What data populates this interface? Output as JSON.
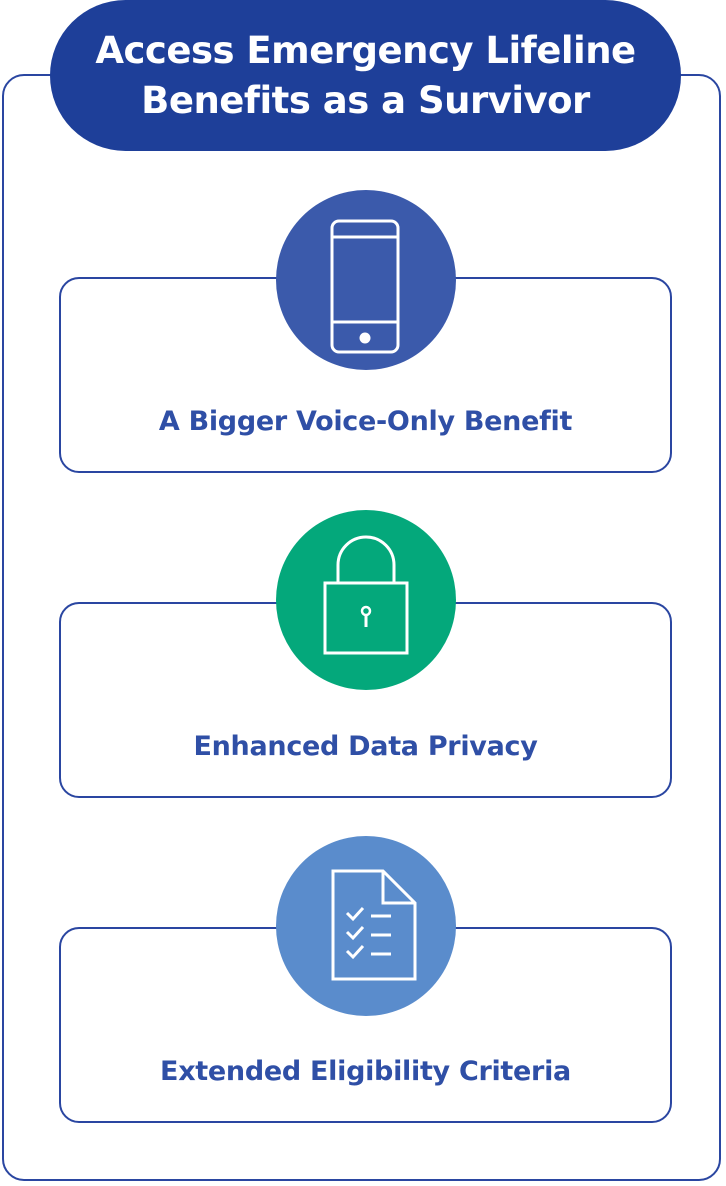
{
  "header": {
    "title_line1": "Access Emergency Lifeline",
    "title_line2": "Benefits as a Survivor"
  },
  "benefits": [
    {
      "label": "A Bigger Voice-Only Benefit",
      "icon": "phone-icon",
      "color": "#3b5aab"
    },
    {
      "label": "Enhanced Data Privacy",
      "icon": "lock-icon",
      "color": "#04a87b"
    },
    {
      "label": "Extended Eligibility Criteria",
      "icon": "checklist-document-icon",
      "color": "#5a8ccc"
    }
  ],
  "colors": {
    "primary": "#1e3f99",
    "border": "#2a46a1",
    "label_text": "#2f4fa6"
  }
}
